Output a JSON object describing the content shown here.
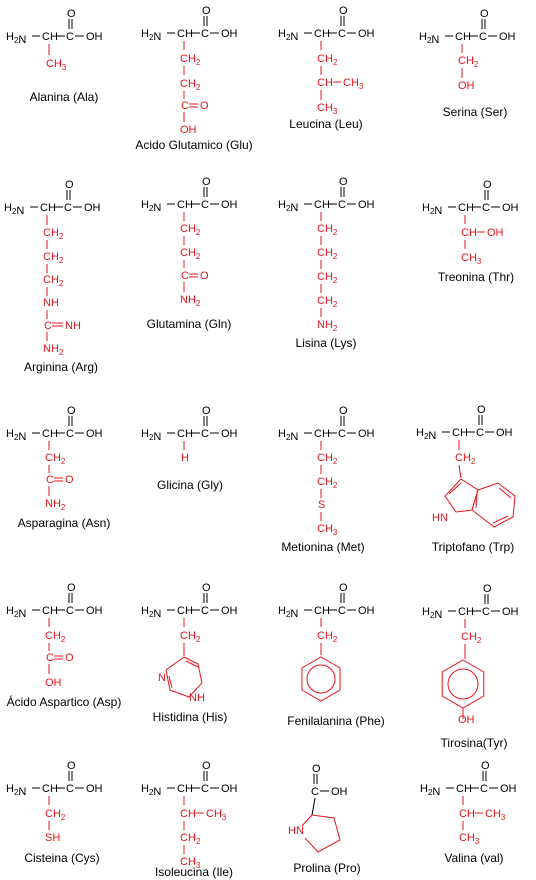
{
  "colors": {
    "backbone": "#000000",
    "side_chain": "#e8141b"
  },
  "common": {
    "amine": "H2N",
    "alpha_carbon": "CH",
    "carboxyl_c": "C",
    "carbonyl_o": "O",
    "hydroxyl": "OH"
  },
  "amino_acids": [
    {
      "name": "Alanina (Ala)",
      "side_chain": [
        "CH3"
      ]
    },
    {
      "name": "Acido Glutamico (Glu)",
      "side_chain": [
        "CH2",
        "CH2",
        "C=O",
        "OH"
      ]
    },
    {
      "name": "Leucina (Leu)",
      "side_chain": [
        "CH2",
        "CH-CH3",
        "CH3"
      ]
    },
    {
      "name": "Serina (Ser)",
      "side_chain": [
        "CH2",
        "OH"
      ]
    },
    {
      "name": "Arginina (Arg)",
      "side_chain": [
        "CH2",
        "CH2",
        "CH2",
        "NH",
        "C=NH",
        "NH2"
      ]
    },
    {
      "name": "Glutamina (Gln)",
      "side_chain": [
        "CH2",
        "CH2",
        "C=O",
        "NH2"
      ]
    },
    {
      "name": "Lisina (Lys)",
      "side_chain": [
        "CH2",
        "CH2",
        "CH2",
        "CH2",
        "NH2"
      ]
    },
    {
      "name": "Treonina (Thr)",
      "side_chain": [
        "CH-OH",
        "CH3"
      ]
    },
    {
      "name": "Asparagina (Asn)",
      "side_chain": [
        "CH2",
        "C=O",
        "NH2"
      ]
    },
    {
      "name": "Glicina (Gly)",
      "side_chain": [
        "H"
      ]
    },
    {
      "name": "Metionina (Met)",
      "side_chain": [
        "CH2",
        "CH2",
        "S",
        "CH3"
      ]
    },
    {
      "name": "Triptofano (Trp)",
      "side_chain": [
        "CH2",
        "HN"
      ]
    },
    {
      "name": "Ácido Aspartico (Asp)",
      "side_chain": [
        "CH2",
        "C=O",
        "OH"
      ]
    },
    {
      "name": "Histidina (His)",
      "side_chain": [
        "CH2",
        "N",
        "NH"
      ]
    },
    {
      "name": "Fenilalanina (Phe)",
      "side_chain": [
        "CH2"
      ]
    },
    {
      "name": "Tirosina(Tyr)",
      "side_chain": [
        "CH2",
        "OH"
      ]
    },
    {
      "name": "Cisteina (Cys)",
      "side_chain": [
        "CH2",
        "SH"
      ]
    },
    {
      "name": "Isoleucina (Ile)",
      "side_chain": [
        "CH-CH3",
        "CH2",
        "CH3"
      ]
    },
    {
      "name": "Prolina (Pro)",
      "side_chain": [
        "HN"
      ]
    },
    {
      "name": "Valina (val)",
      "side_chain": [
        "CH-CH3",
        "CH3"
      ]
    }
  ]
}
